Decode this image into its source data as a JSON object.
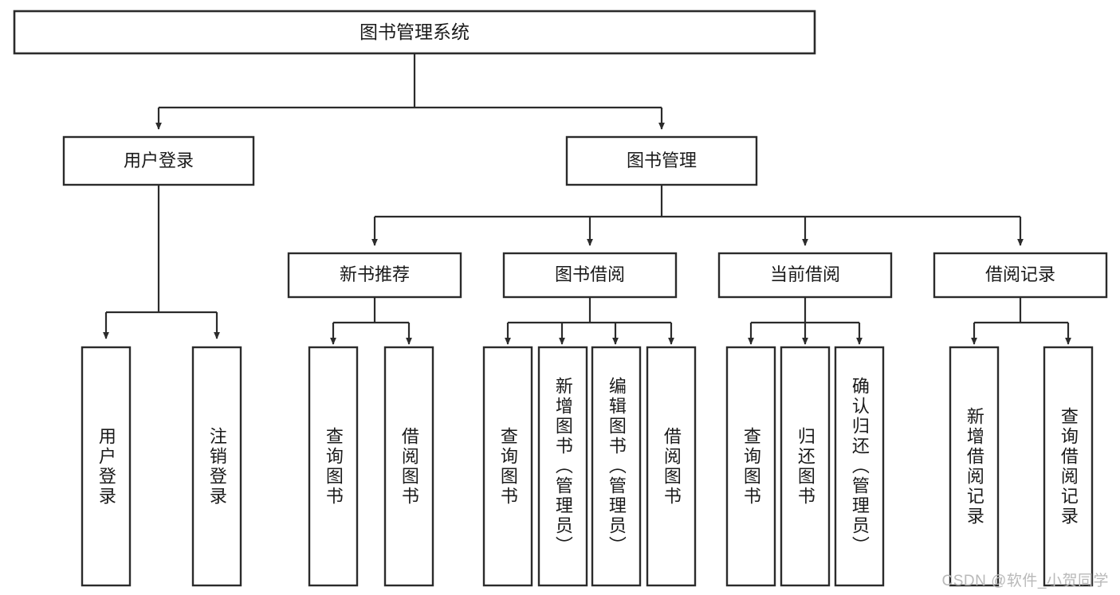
{
  "diagram": {
    "type": "tree-hierarchy-chart",
    "title": "图书管理系统",
    "watermark": "CSDN @软件_小贺同学",
    "colors": {
      "stroke": "#2b2b2b",
      "fill": "#ffffff",
      "text": "#1a1a1a",
      "watermark": "#b9b9b9",
      "background": "#ffffff"
    },
    "root": {
      "label": "图书管理系统"
    },
    "level2": [
      {
        "label": "用户登录"
      },
      {
        "label": "图书管理"
      }
    ],
    "level3": [
      {
        "label": "新书推荐"
      },
      {
        "label": "图书借阅"
      },
      {
        "label": "当前借阅"
      },
      {
        "label": "借阅记录"
      }
    ],
    "leaves": {
      "user_login": [
        {
          "label": "用户登录"
        },
        {
          "label": "注销登录"
        }
      ],
      "new_book_recommend": [
        {
          "label": "查询图书"
        },
        {
          "label": "借阅图书"
        }
      ],
      "book_borrow": [
        {
          "label": "查询图书"
        },
        {
          "label": "新增图书（管理员）"
        },
        {
          "label": "编辑图书（管理员）"
        },
        {
          "label": "借阅图书"
        }
      ],
      "current_borrow": [
        {
          "label": "查询图书"
        },
        {
          "label": "归还图书"
        },
        {
          "label": "确认归还（管理员）"
        }
      ],
      "borrow_records": [
        {
          "label": "新增借阅记录"
        },
        {
          "label": "查询借阅记录"
        }
      ]
    }
  }
}
